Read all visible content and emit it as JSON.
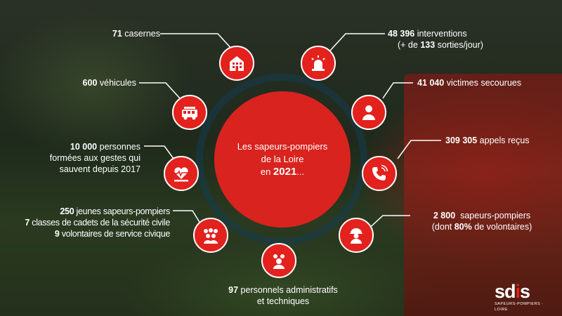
{
  "center": {
    "line1": "Les sapeurs-pompiers",
    "line2": "de la Loire",
    "year_prefix": "en ",
    "year": "2021",
    "year_suffix": "..."
  },
  "stats": {
    "casernes": {
      "value": "71",
      "label": " casernes",
      "icon": "building-icon"
    },
    "interventions": {
      "value": "48 396",
      "label": " interventions",
      "line2_prefix": "(+ de ",
      "line2_value": "133",
      "line2_suffix": " sorties/jour)",
      "icon": "siren-icon"
    },
    "victimes": {
      "value": "41 040",
      "label": " victimes secourues",
      "icon": "person-icon"
    },
    "appels": {
      "value": "309 305",
      "label": " appels reçus",
      "icon": "phone-icon"
    },
    "sapeurs": {
      "value": "2 800",
      "label": "  sapeurs-pompiers",
      "line2_prefix": "(dont ",
      "line2_value": "80%",
      "line2_suffix": " de volontaires)",
      "icon": "firefighter-icon"
    },
    "personnels": {
      "value": "97",
      "label": " personnels administratifs",
      "line2": "et techniques",
      "icon": "people-gears-icon"
    },
    "jeunes": {
      "line1_value": "250",
      "line1_label": " jeunes sapeurs-pompiers",
      "line2_value": "7",
      "line2_label": " classes de cadets de la sécurité civile",
      "line3_value": "9",
      "line3_label": " volontaires de service civique",
      "icon": "group-icon"
    },
    "formees": {
      "value": "10 000",
      "label": " personnes",
      "line2": "formées aux gestes qui",
      "line3": "sauvent depuis 2017",
      "icon": "first-aid-icon"
    },
    "vehicules": {
      "value": "600",
      "label": " véhicules",
      "icon": "fire-truck-icon"
    }
  },
  "logo": {
    "text_main": "sd",
    "text_accent": "i",
    "text_end": "s",
    "tagline": "SAPEURS-POMPIERS · LOIRE"
  },
  "colors": {
    "accent": "#e3211d",
    "hub": "#d9231f",
    "text": "#ffffff"
  }
}
